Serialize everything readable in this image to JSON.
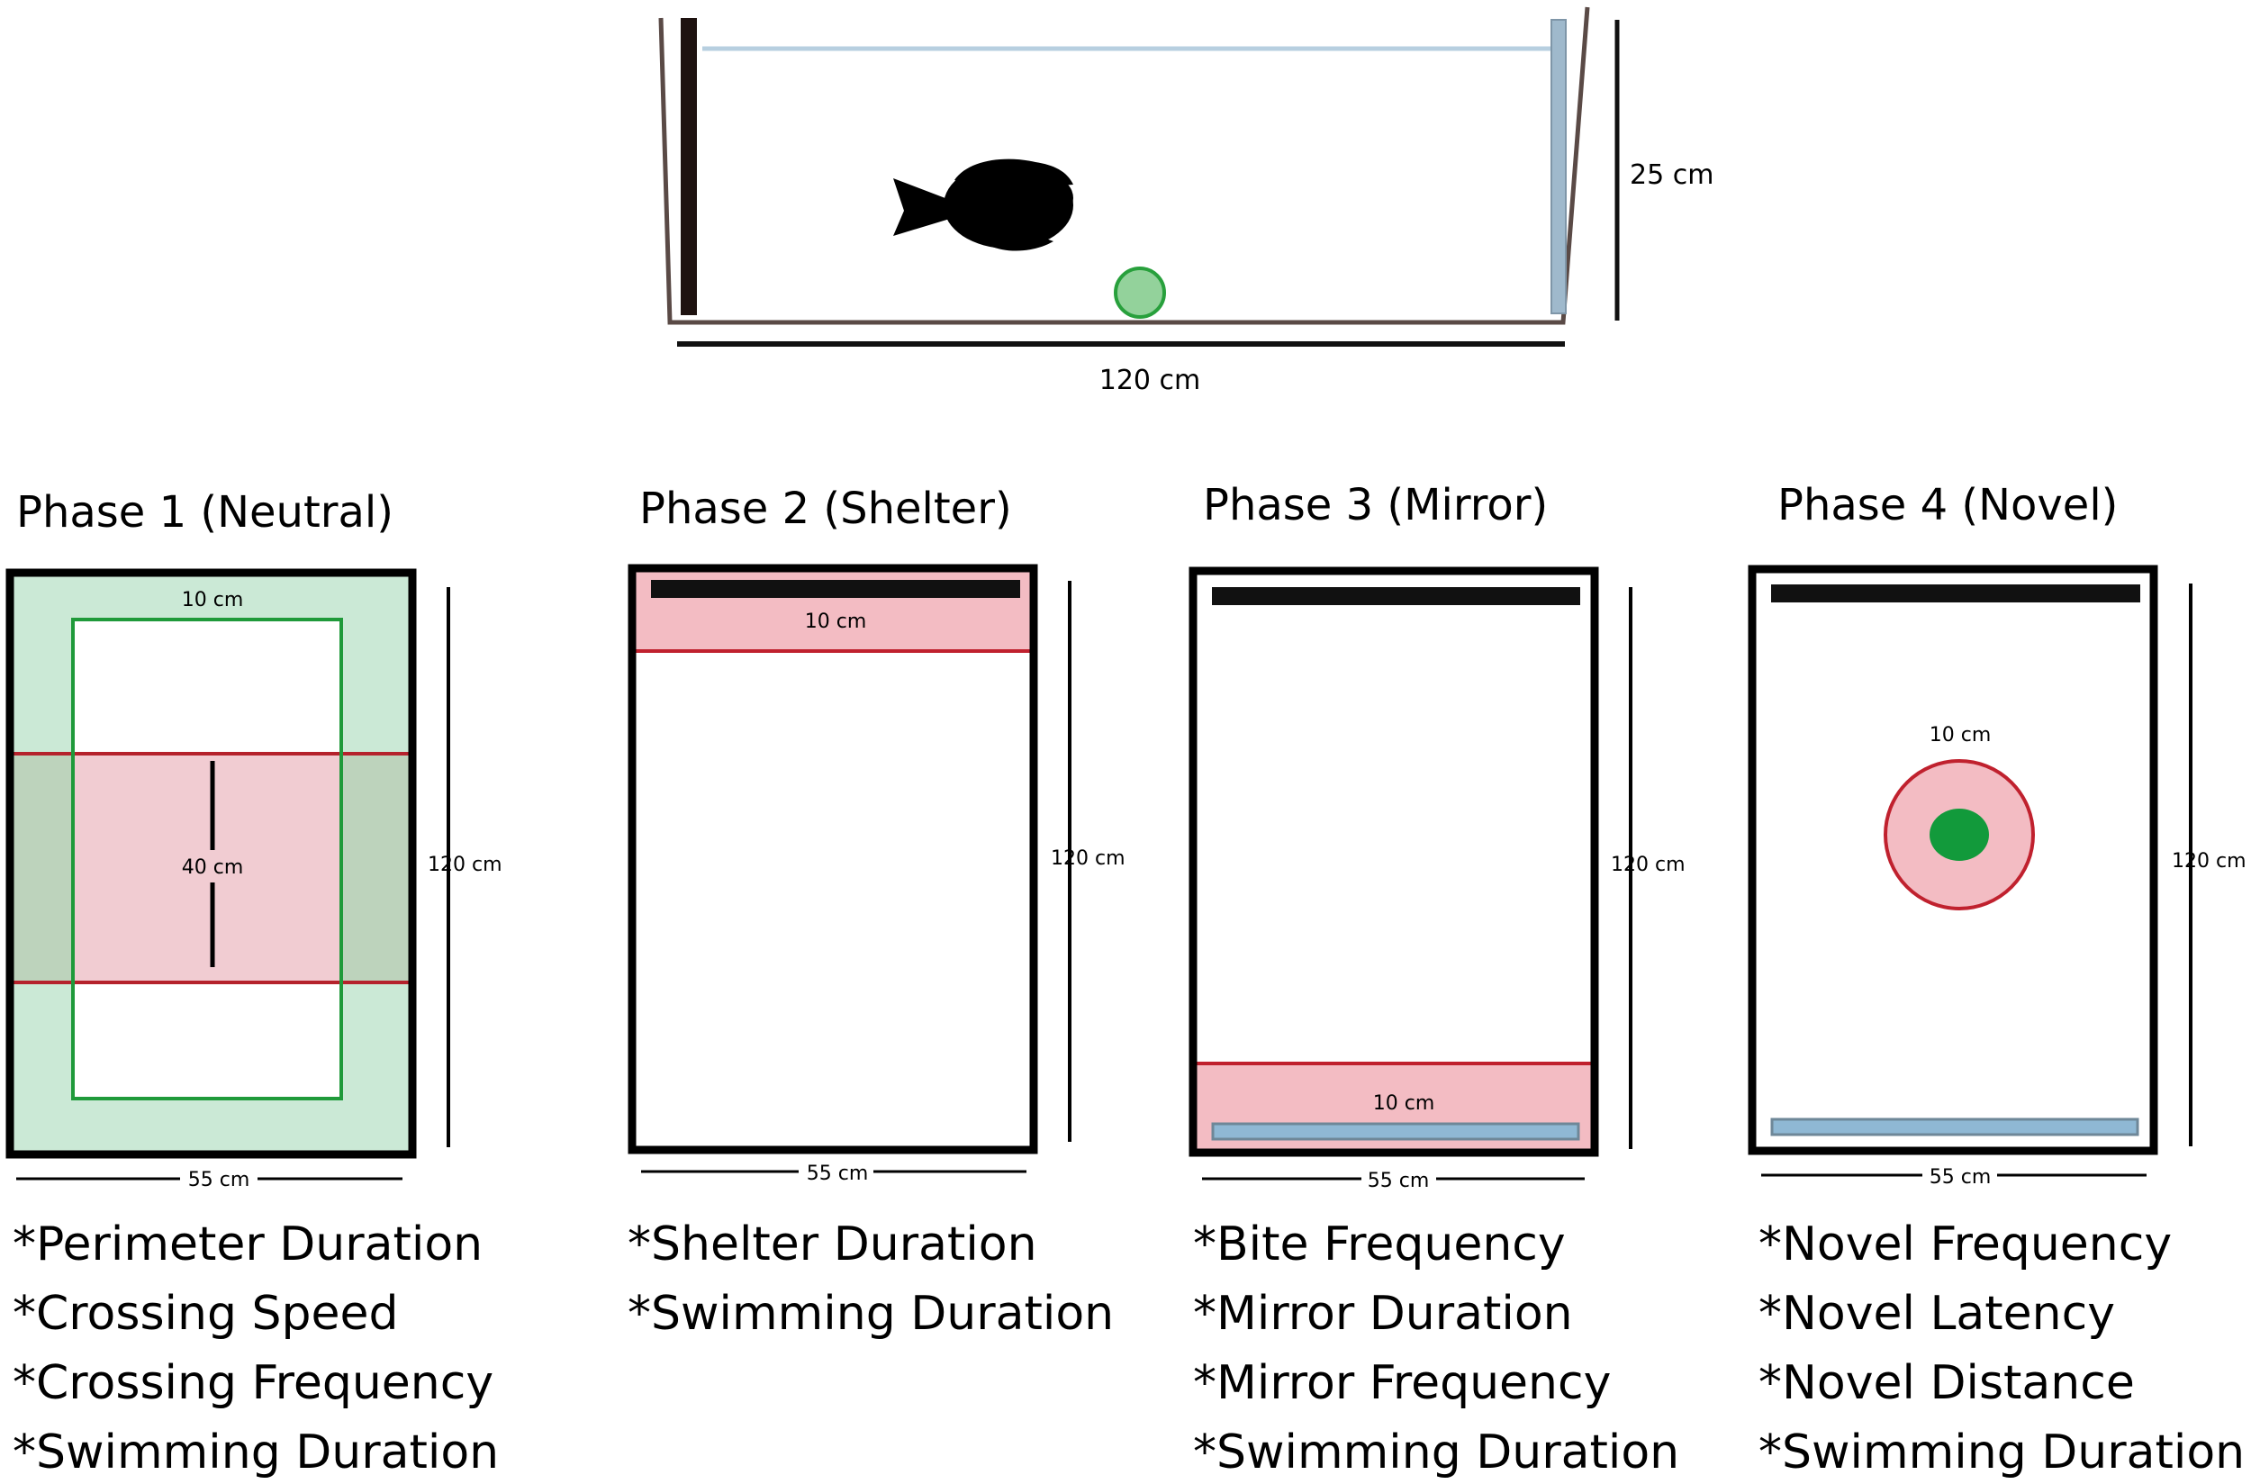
{
  "tank": {
    "height_label": "25 cm",
    "length_label": "120 cm"
  },
  "colors": {
    "perimeter_zone": "#cbe9d6",
    "interest_zone": "#f3bcc3",
    "boundary_red": "#c0212e",
    "boundary_green": "#1f9a3a",
    "mirror_blue": "#8fb8d4",
    "novel_object_green": "#129a3b",
    "shelter_black": "#111111"
  },
  "phases": [
    {
      "title": "Phase 1 (Neutral)",
      "top_label": "10 cm",
      "center_label": "40 cm",
      "side_label": "120 cm",
      "bottom_label": "55 cm",
      "measures": [
        "*Perimeter Duration",
        "*Crossing Speed",
        "*Crossing Frequency",
        "*Swimming Duration"
      ]
    },
    {
      "title": "Phase 2 (Shelter)",
      "zone_label": "10 cm",
      "side_label": "120 cm",
      "bottom_label": "55 cm",
      "measures": [
        "*Shelter Duration",
        "*Swimming Duration"
      ]
    },
    {
      "title": "Phase 3 (Mirror)",
      "zone_label": "10 cm",
      "side_label": "120 cm",
      "bottom_label": "55 cm",
      "measures": [
        "*Bite Frequency",
        "*Mirror Duration",
        "*Mirror Frequency",
        "*Swimming Duration"
      ]
    },
    {
      "title": "Phase 4 (Novel)",
      "zone_label": "10 cm",
      "side_label": "120 cm",
      "bottom_label": "55 cm",
      "measures": [
        "*Novel Frequency",
        "*Novel Latency",
        "*Novel Distance",
        "*Swimming Duration"
      ]
    }
  ]
}
